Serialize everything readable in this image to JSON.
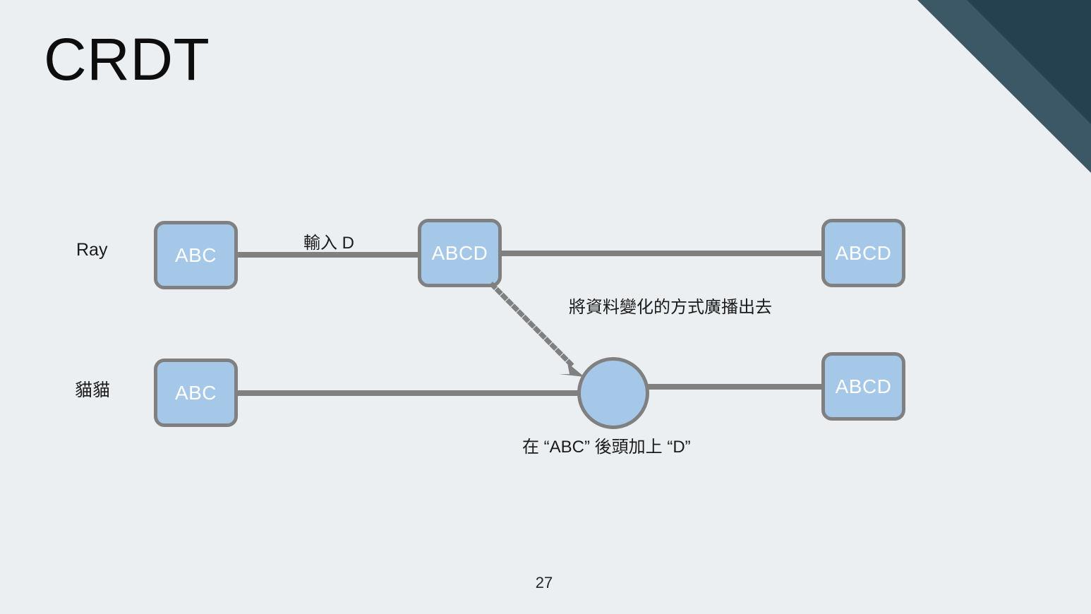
{
  "slide": {
    "title": "CRDT",
    "page_number": "27",
    "background_color": "#eceff1",
    "accent_color": "#a5c8e9",
    "stroke_color": "#808080",
    "corner_dark_color": "#25404f",
    "corner_light_color": "#3c5867"
  },
  "diagram": {
    "rows": [
      {
        "actor": "Ray",
        "nodes": [
          {
            "label": "ABC",
            "shape": "rounded-rect"
          },
          {
            "label": "ABCD",
            "shape": "rounded-rect"
          },
          {
            "label": "ABCD",
            "shape": "rounded-rect"
          }
        ]
      },
      {
        "actor": "貓貓",
        "nodes": [
          {
            "label": "ABC",
            "shape": "rounded-rect"
          },
          {
            "label": "",
            "shape": "circle"
          },
          {
            "label": "ABCD",
            "shape": "rounded-rect"
          }
        ]
      }
    ],
    "annotations": {
      "input_d": "輸入 D",
      "broadcast": "將資料變化的方式廣播出去",
      "append": "在 “ABC” 後頭加上 “D”"
    }
  }
}
